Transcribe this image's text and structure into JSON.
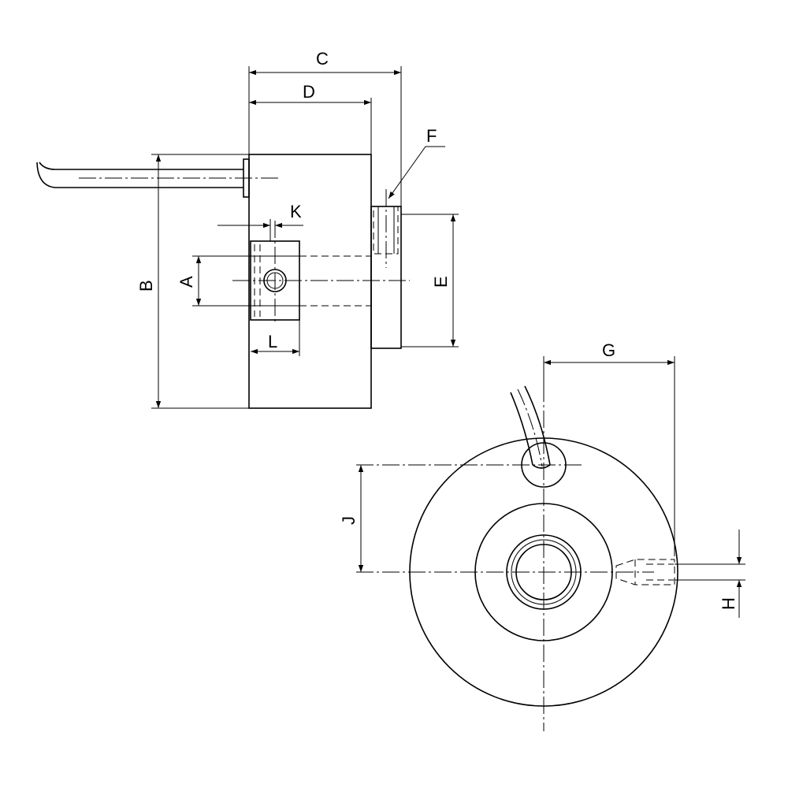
{
  "dimensions": {
    "A": "A",
    "B": "B",
    "C": "C",
    "D": "D",
    "E": "E",
    "F": "F",
    "G": "G",
    "H": "H",
    "J": "J",
    "K": "K",
    "L": "L"
  },
  "colors": {
    "line": "#000000",
    "background": "#ffffff"
  }
}
